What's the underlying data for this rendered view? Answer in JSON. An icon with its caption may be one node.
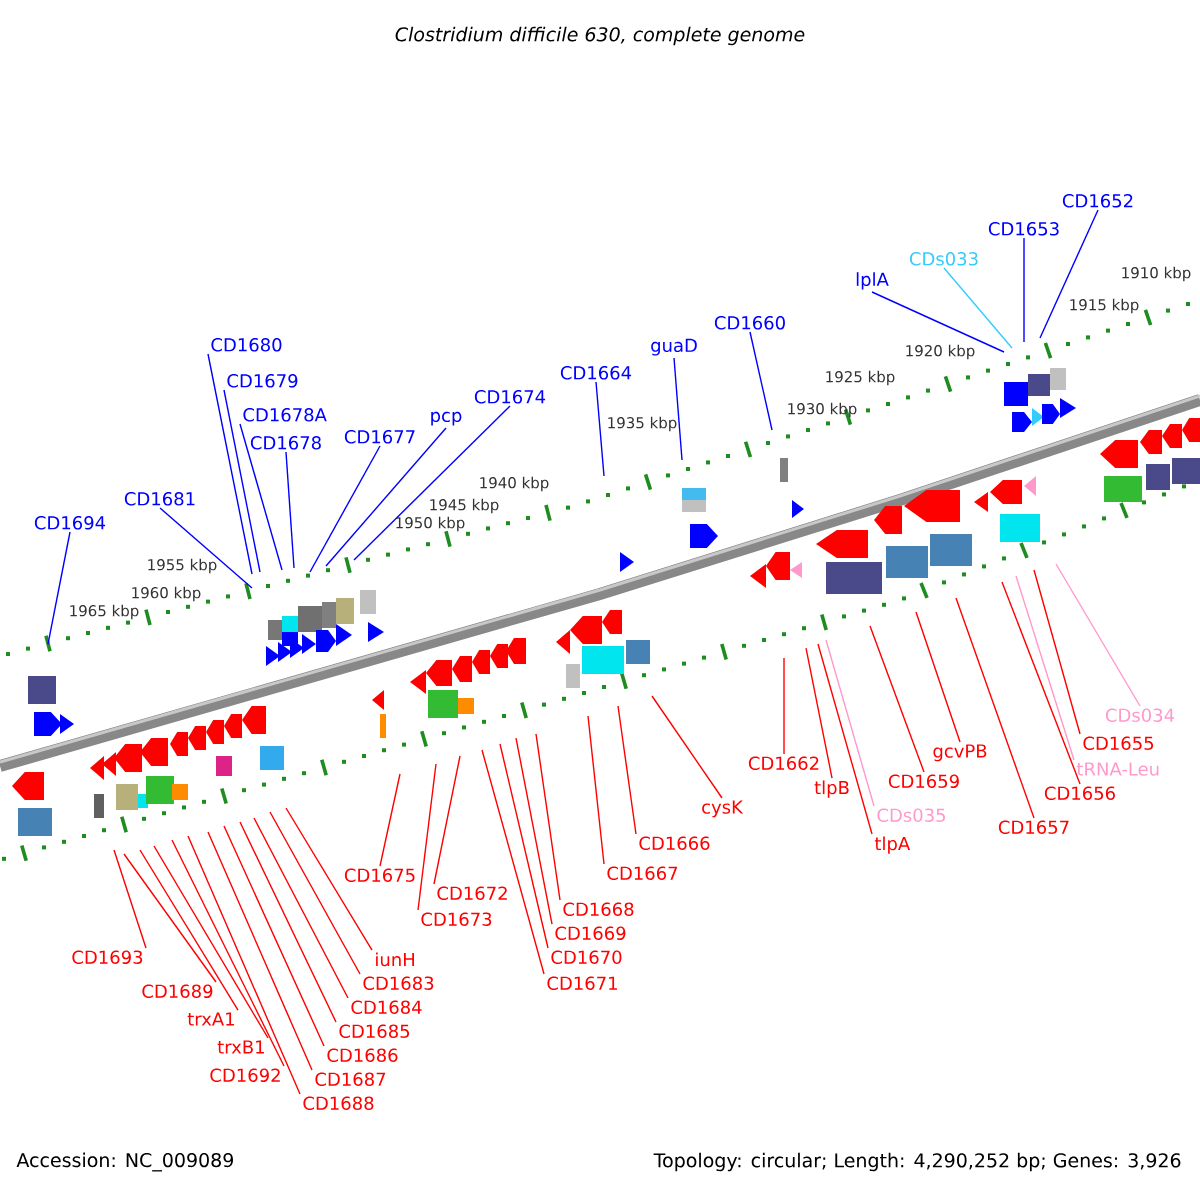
{
  "diagram": {
    "title": "Clostridium difficile 630, complete genome",
    "nodes": [
      {
        "text": [
          "CD1652"
        ]
      },
      {
        "text": [
          "CD1653"
        ]
      },
      {
        "text": [
          "CDs033"
        ]
      },
      {
        "text": [
          "lplA"
        ]
      },
      {
        "text": [
          "CD1660"
        ]
      },
      {
        "text": [
          "CD1680"
        ]
      },
      {
        "text": [
          "guaD"
        ]
      },
      {
        "text": [
          "CD1664"
        ]
      },
      {
        "text": [
          "CD1679"
        ]
      },
      {
        "text": [
          "CD1674"
        ]
      },
      {
        "text": [
          "CD1678A"
        ]
      },
      {
        "text": [
          "pcp"
        ]
      },
      {
        "text": [
          "CD1677"
        ]
      },
      {
        "text": [
          "CD1678"
        ]
      },
      {
        "text": [
          "CD1681"
        ]
      },
      {
        "text": [
          "CD1694"
        ]
      },
      {
        "text": [
          "CDs034"
        ]
      },
      {
        "text": [
          "CD1655"
        ]
      },
      {
        "text": [
          "tRNA-Leu"
        ]
      },
      {
        "text": [
          "CD1662"
        ]
      },
      {
        "text": [
          "gcvPB"
        ]
      },
      {
        "text": [
          "CD1659"
        ]
      },
      {
        "text": [
          "tlpB"
        ]
      },
      {
        "text": [
          "CD1656"
        ]
      },
      {
        "text": [
          "cysK"
        ]
      },
      {
        "text": [
          "CDs035"
        ]
      },
      {
        "text": [
          "CD1657"
        ]
      },
      {
        "text": [
          "CD1666"
        ]
      },
      {
        "text": [
          "tlpA"
        ]
      },
      {
        "text": [
          "CD1667"
        ]
      },
      {
        "text": [
          "CD1675"
        ]
      },
      {
        "text": [
          "CD1672"
        ]
      },
      {
        "text": [
          "CD1668"
        ]
      },
      {
        "text": [
          "CD1673"
        ]
      },
      {
        "text": [
          "CD1669"
        ]
      },
      {
        "text": [
          "CD1670"
        ]
      },
      {
        "text": [
          "iunH"
        ]
      },
      {
        "text": [
          "CD1671"
        ]
      },
      {
        "text": [
          "CD1693"
        ]
      },
      {
        "text": [
          "CD1683"
        ]
      },
      {
        "text": [
          "CD1689"
        ]
      },
      {
        "text": [
          "CD1684"
        ]
      },
      {
        "text": [
          "trxA1"
        ]
      },
      {
        "text": [
          "CD1685"
        ]
      },
      {
        "text": [
          "trxB1"
        ]
      },
      {
        "text": [
          "CD1686"
        ]
      },
      {
        "text": [
          "CD1692"
        ]
      },
      {
        "text": [
          "CD1687"
        ]
      },
      {
        "text": [
          "CD1688"
        ]
      }
    ],
    "edges": [
      {
        "from": 0,
        "to": null,
        "arrow": "none",
        "color": "#0000ff"
      },
      {
        "from": 1,
        "to": null,
        "arrow": "none",
        "color": "#0000ff"
      },
      {
        "from": 2,
        "to": null,
        "arrow": "none",
        "color": "#33ccff"
      },
      {
        "from": 3,
        "to": null,
        "arrow": "none",
        "color": "#0000ff"
      },
      {
        "from": 4,
        "to": null,
        "arrow": "none",
        "color": "#0000ff"
      },
      {
        "from": 5,
        "to": null,
        "arrow": "none",
        "color": "#0000ff"
      },
      {
        "from": 6,
        "to": null,
        "arrow": "none",
        "color": "#0000ff"
      },
      {
        "from": 7,
        "to": null,
        "arrow": "none",
        "color": "#0000ff"
      },
      {
        "from": 8,
        "to": null,
        "arrow": "none",
        "color": "#0000ff"
      },
      {
        "from": 9,
        "to": null,
        "arrow": "none",
        "color": "#0000ff"
      },
      {
        "from": 10,
        "to": null,
        "arrow": "none",
        "color": "#0000ff"
      },
      {
        "from": 11,
        "to": null,
        "arrow": "none",
        "color": "#0000ff"
      },
      {
        "from": 12,
        "to": null,
        "arrow": "none",
        "color": "#0000ff"
      },
      {
        "from": 13,
        "to": null,
        "arrow": "none",
        "color": "#0000ff"
      },
      {
        "from": 14,
        "to": null,
        "arrow": "none",
        "color": "#0000ff"
      },
      {
        "from": 15,
        "to": null,
        "arrow": "none",
        "color": "#0000ff"
      },
      {
        "from": 16,
        "to": null,
        "arrow": "none",
        "color": "#ff99cc"
      },
      {
        "from": 17,
        "to": null,
        "arrow": "none"
      },
      {
        "from": 18,
        "to": null,
        "arrow": "none",
        "color": "#ff99cc"
      },
      {
        "from": 19,
        "to": null,
        "arrow": "none"
      },
      {
        "from": 20,
        "to": null,
        "arrow": "none"
      },
      {
        "from": 21,
        "to": null,
        "arrow": "none"
      },
      {
        "from": 22,
        "to": null,
        "arrow": "none"
      },
      {
        "from": 23,
        "to": null,
        "arrow": "none"
      },
      {
        "from": 24,
        "to": null,
        "arrow": "none"
      },
      {
        "from": 25,
        "to": null,
        "arrow": "none",
        "color": "#ff99cc"
      },
      {
        "from": 26,
        "to": null,
        "arrow": "none"
      },
      {
        "from": 27,
        "to": null,
        "arrow": "none"
      },
      {
        "from": 28,
        "to": null,
        "arrow": "none"
      },
      {
        "from": 29,
        "to": null,
        "arrow": "none"
      },
      {
        "from": 30,
        "to": null,
        "arrow": "none"
      },
      {
        "from": 31,
        "to": null,
        "arrow": "none"
      },
      {
        "from": 32,
        "to": null,
        "arrow": "none"
      },
      {
        "from": 33,
        "to": null,
        "arrow": "none"
      },
      {
        "from": 34,
        "to": null,
        "arrow": "none"
      },
      {
        "from": 35,
        "to": null,
        "arrow": "none"
      },
      {
        "from": 36,
        "to": null,
        "arrow": "none"
      },
      {
        "from": 37,
        "to": null,
        "arrow": "none"
      },
      {
        "from": 38,
        "to": null,
        "arrow": "none"
      },
      {
        "from": 39,
        "to": null,
        "arrow": "none"
      },
      {
        "from": 40,
        "to": null,
        "arrow": "none"
      },
      {
        "from": 41,
        "to": null,
        "arrow": "none"
      },
      {
        "from": 42,
        "to": null,
        "arrow": "none"
      },
      {
        "from": 43,
        "to": null,
        "arrow": "none"
      },
      {
        "from": 44,
        "to": null,
        "arrow": "none"
      },
      {
        "from": 45,
        "to": null,
        "arrow": "none"
      },
      {
        "from": 46,
        "to": null,
        "arrow": "none"
      },
      {
        "from": 47,
        "to": null,
        "arrow": "none"
      },
      {
        "from": 48,
        "to": null,
        "arrow": "none"
      }
    ],
    "labels": [
      "1910 kbp",
      "1915 kbp",
      "1920 kbp",
      "1925 kbp",
      "1930 kbp",
      "1935 kbp",
      "1940 kbp",
      "1945 kbp",
      "1950 kbp",
      "1955 kbp",
      "1960 kbp",
      "1965 kbp",
      "Accession: NC_009089",
      "Topology: circular; Length: 4,290,252 bp; Genes: 3,926"
    ]
  }
}
